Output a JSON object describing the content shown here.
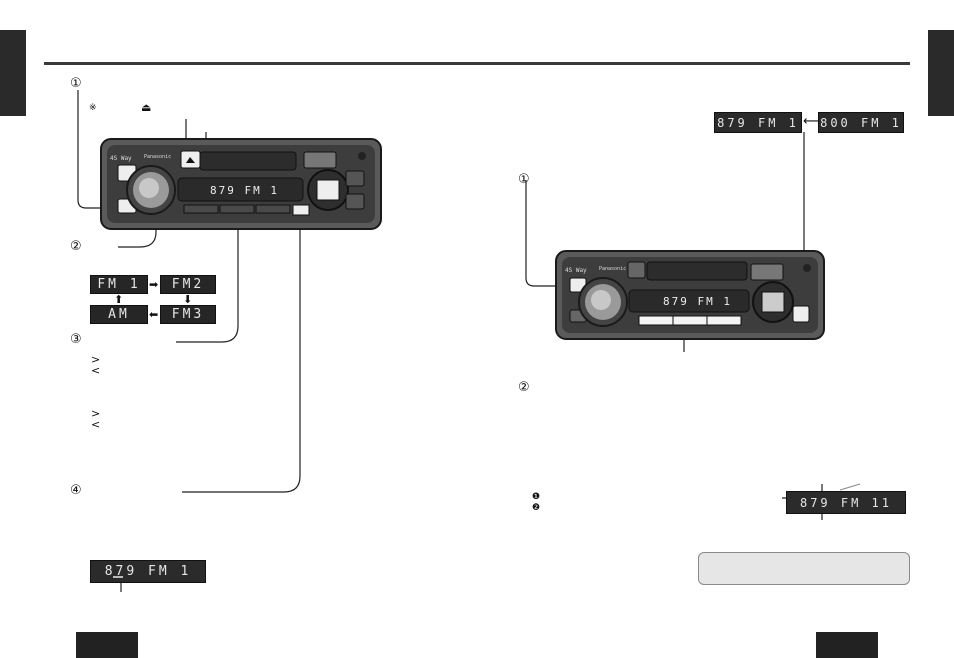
{
  "left_page": {
    "step1_marker": "①",
    "step1_note_symbol": "※",
    "eject_symbol": "⏏",
    "step2_marker": "②",
    "step3_marker": "③",
    "step4_marker": "④",
    "display_freq": "879",
    "display_band": "FM 1",
    "band_cycle": [
      "FM 1",
      "FM2",
      "AM",
      "FM3"
    ],
    "bottom_display": "879 FM 1",
    "step3_chevrons": [
      ">",
      "<",
      ">",
      "<"
    ]
  },
  "right_page": {
    "step1_marker": "①",
    "step2_marker": "②",
    "display_a": "879 FM 1",
    "display_b": "800 FM 1",
    "display_freq": "879",
    "display_band": "FM 1",
    "bullet1": "❶",
    "bullet2": "❷",
    "blink_display": "879 FM 11"
  },
  "device": {
    "brand": "Panasonic",
    "logo": "4S Way"
  },
  "colors": {
    "tab": "#2a2a2a",
    "rule": "#3a3a3a",
    "lcd_bg": "#2b2b2b",
    "note_bg": "#e6e6e6"
  }
}
